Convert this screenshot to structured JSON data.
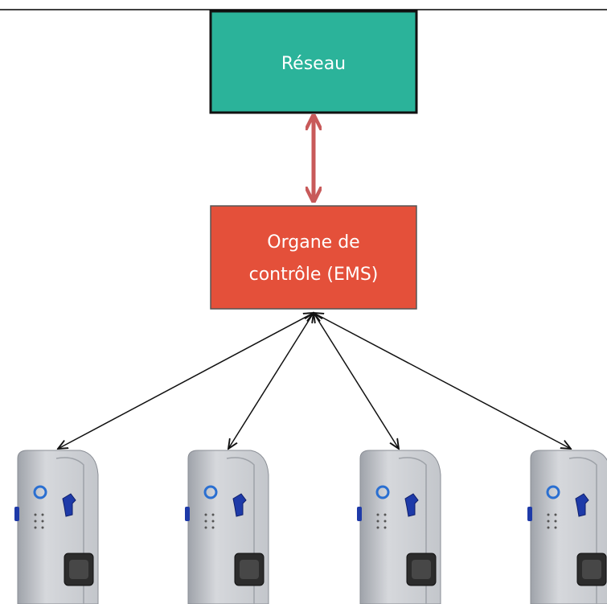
{
  "diagram": {
    "network_node": {
      "label": "Réseau"
    },
    "ems_node": {
      "lines": [
        "Organe de",
        "contrôle (EMS)"
      ]
    },
    "chargers": [
      {
        "name": "charging-station-1"
      },
      {
        "name": "charging-station-2"
      },
      {
        "name": "charging-station-3"
      },
      {
        "name": "charging-station-4"
      }
    ]
  },
  "colors": {
    "network_fill": "#2bb39a",
    "ems_fill": "#e4503a",
    "bidirectional_arrow": "#c85a5a",
    "connector_arrow": "#111111",
    "charger_body": "#d4d6da",
    "charger_face": "#b9bcc2",
    "charger_button": "#2a6fd1",
    "charger_plug": "#1e3aa8",
    "charger_socket": "#2c2c2c"
  }
}
